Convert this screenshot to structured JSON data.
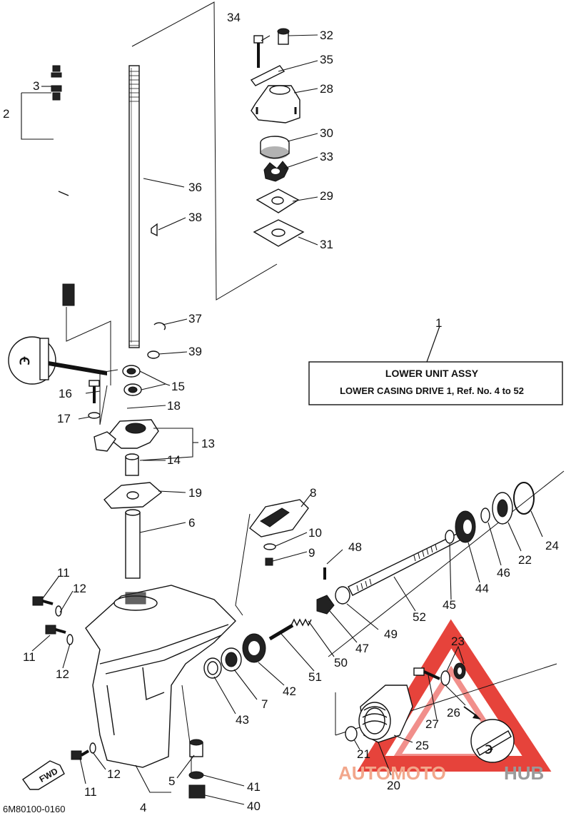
{
  "title_box": {
    "line1": "LOWER UNIT ASSY",
    "line2": "LOWER CASING DRIVE 1, Ref. No. 4 to 52"
  },
  "drawing_code": "6M80100-0160",
  "fwd_label": "FWD",
  "watermark": {
    "part1": "AUTOMOTO",
    "part2": "HUB",
    "color1": "#f2a78c",
    "color2": "#9a9a9a",
    "triangle_color": "#e2231a"
  },
  "callouts": {
    "n1": "1",
    "n2": "2",
    "n3": "3",
    "n4": "4",
    "n5": "5",
    "n6": "6",
    "n7": "7",
    "n8": "8",
    "n9": "9",
    "n10": "10",
    "n11a": "11",
    "n11b": "11",
    "n11c": "11",
    "n12a": "12",
    "n12b": "12",
    "n12c": "12",
    "n13": "13",
    "n14": "14",
    "n15": "15",
    "n16": "16",
    "n17": "17",
    "n18": "18",
    "n19": "19",
    "n20": "20",
    "n21": "21",
    "n22": "22",
    "n23": "23",
    "n24": "24",
    "n25": "25",
    "n26": "26",
    "n27": "27",
    "n28": "28",
    "n29": "29",
    "n30": "30",
    "n31": "31",
    "n32": "32",
    "n33": "33",
    "n34": "34",
    "n35": "35",
    "n36": "36",
    "n37": "37",
    "n38": "38",
    "n39": "39",
    "n40": "40",
    "n41": "41",
    "n42": "42",
    "n43": "43",
    "n44": "44",
    "n45": "45",
    "n46": "46",
    "n47": "47",
    "n48": "48",
    "n49": "49",
    "n50": "50",
    "n51": "51",
    "n52": "52"
  }
}
